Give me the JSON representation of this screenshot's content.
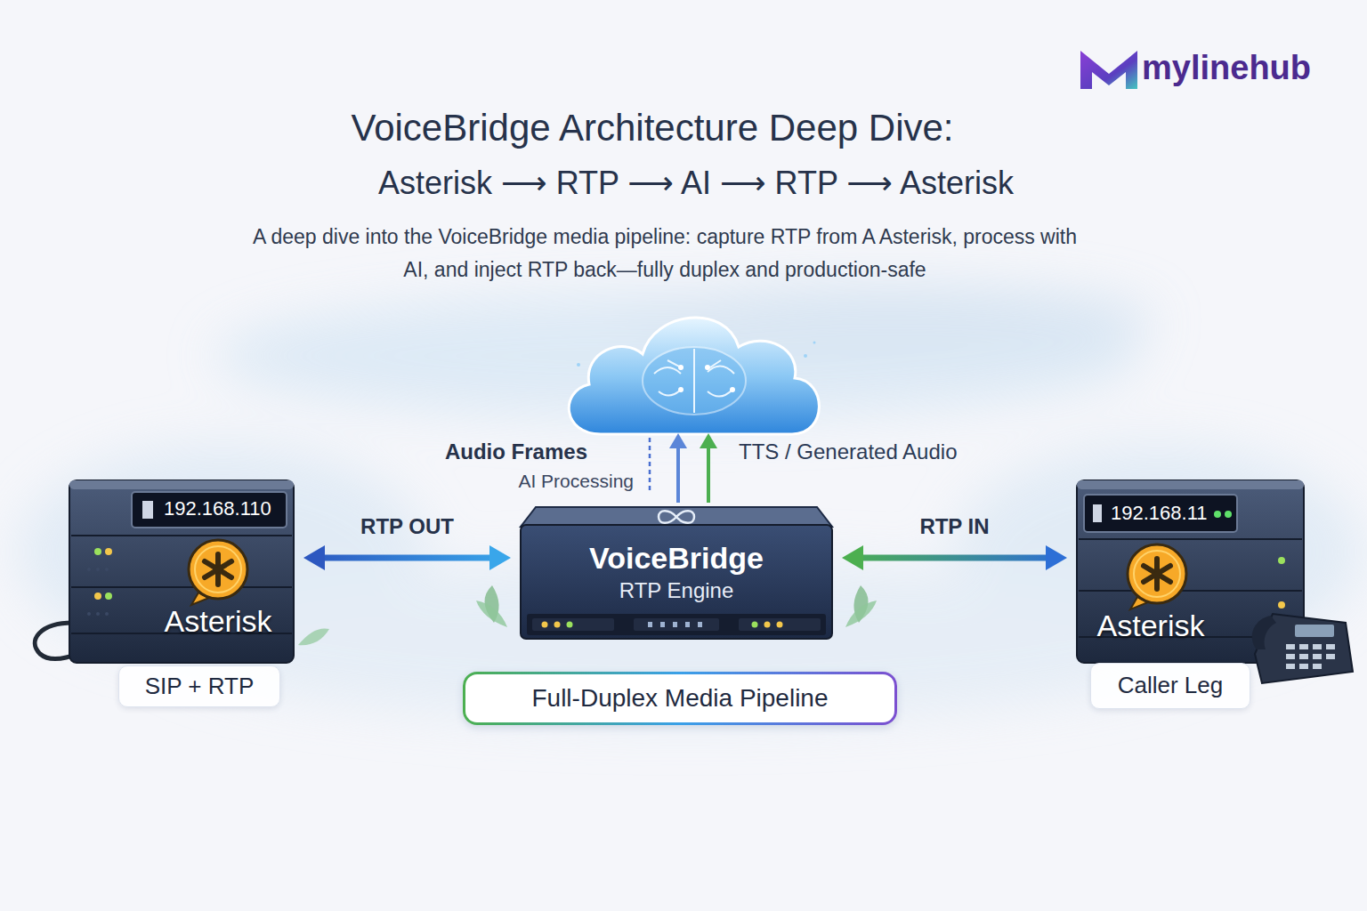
{
  "diagram": {
    "title": "VoiceBridge Architecture Deep Dive:",
    "caption": "A deep dive into the VoiceBridge media pipeline: capture RTP from A Asterisk, process with AI, and inject RTP back—fully duplex and production-safe",
    "nodes": [
      {
        "text": [
          "192.168.110",
          "Asterisk"
        ]
      },
      {
        "text": [
          "SIP + RTP"
        ]
      },
      {
        "text": [
          "VoiceBridge",
          "RTP Engine"
        ]
      },
      {
        "text": [
          "Full-Duplex Media Pipeline"
        ]
      },
      {
        "text": [
          "192.168.11",
          "Asterisk"
        ]
      },
      {
        "text": [
          "Caller Leg"
        ]
      }
    ],
    "edges": [
      {
        "from": 0,
        "to": 2,
        "arrow": "both",
        "label": "RTP OUT"
      },
      {
        "from": 2,
        "to": 4,
        "arrow": "both",
        "label": "RTP IN"
      }
    ],
    "labels": [
      "Asterisk ⟶ RTP ⟶ AI ⟶ RTP ⟶ Asterisk",
      "Audio Frames",
      "AI Processing",
      "TTS / Generated Audio",
      "mylinehub"
    ]
  }
}
